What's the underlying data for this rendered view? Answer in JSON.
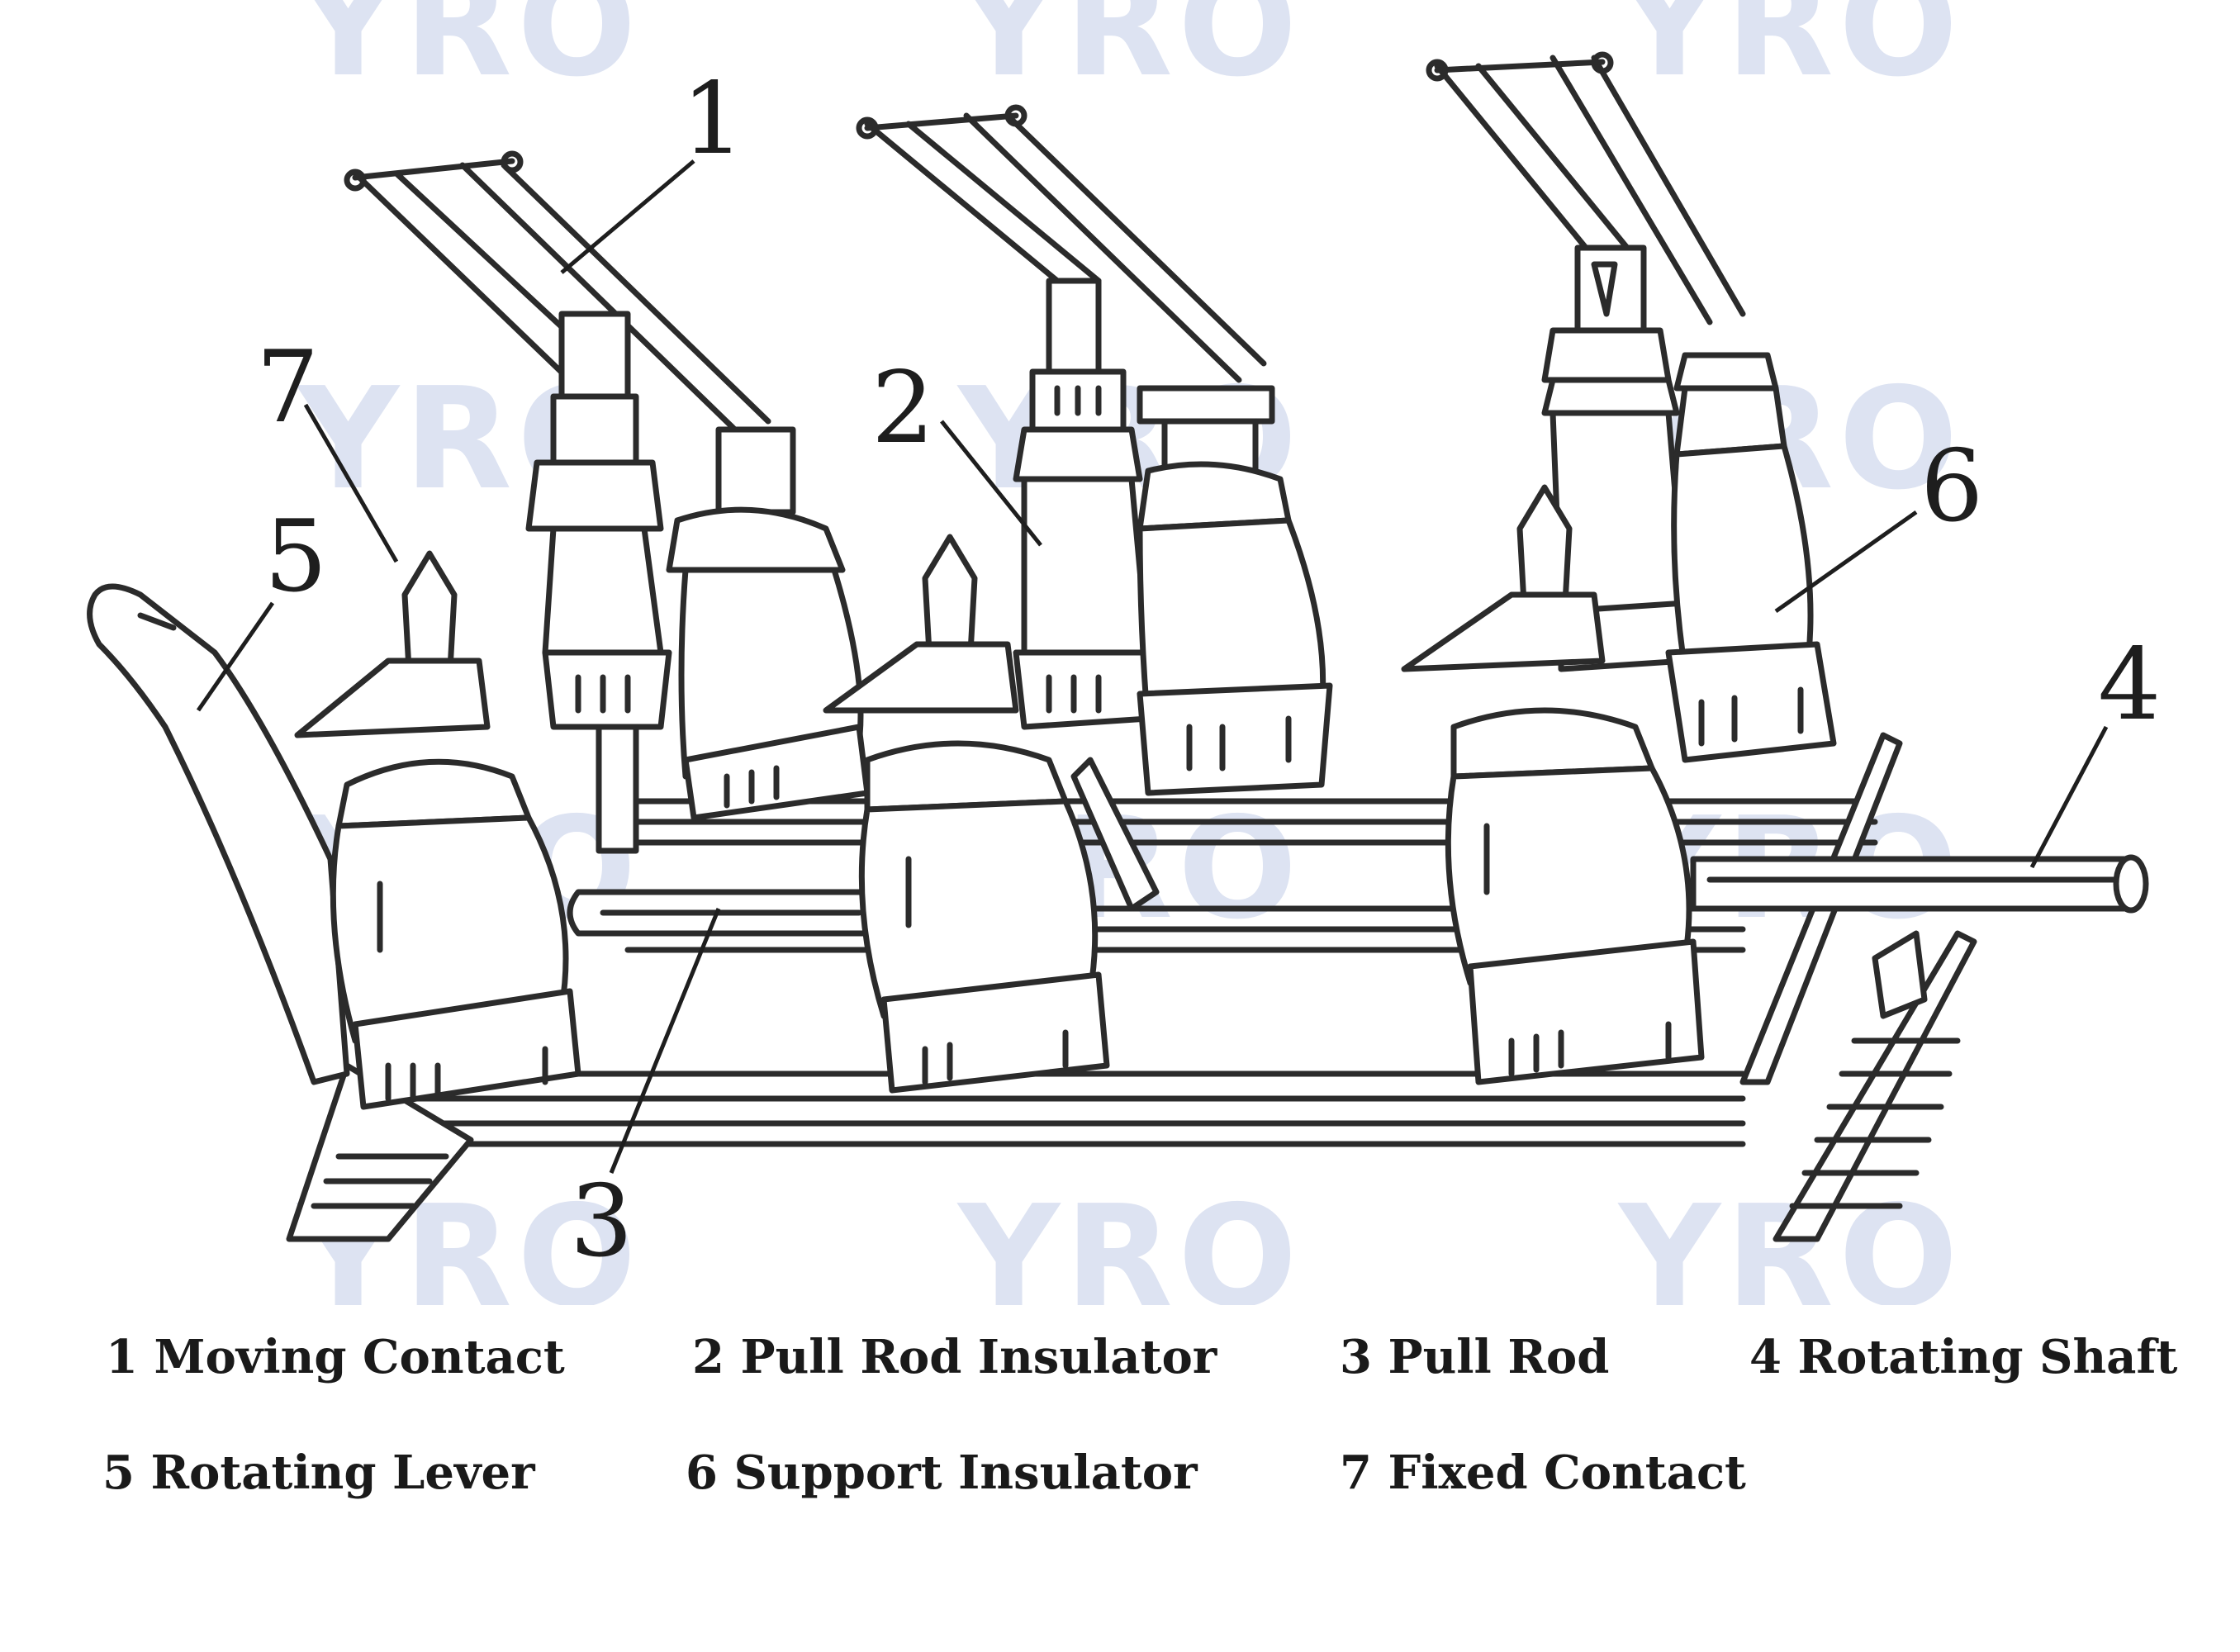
{
  "callouts": {
    "c1": "1",
    "c2": "2",
    "c3": "3",
    "c4": "4",
    "c5": "5",
    "c6": "6",
    "c7": "7"
  },
  "legend": {
    "row1": [
      "1 Moving Contact",
      "2 Pull Rod Insulator",
      "3 Pull Rod",
      "4 Rotating Shaft"
    ],
    "row2": [
      "5 Rotating Lever",
      "6 Support Insulator",
      "7 Fixed Contact"
    ]
  },
  "watermark": {
    "text": "YRO",
    "color": "#dde3f2"
  },
  "colors": {
    "ink": "#2b2b2b",
    "background": "#ffffff"
  }
}
